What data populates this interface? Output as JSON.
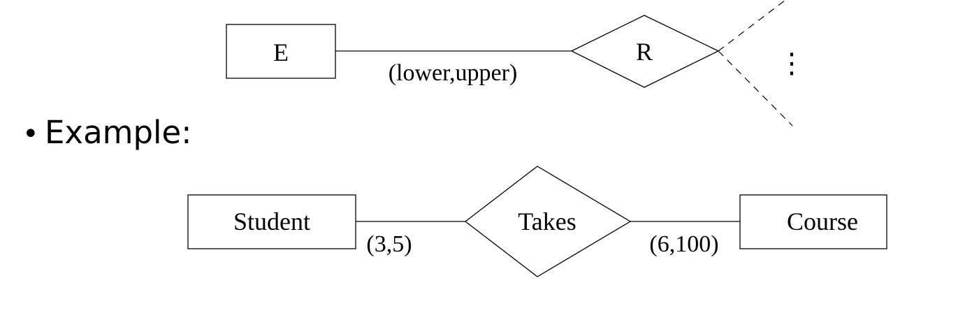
{
  "top_diagram": {
    "entity_label": "E",
    "relationship_label": "R",
    "cardinality_label": "(lower,upper)",
    "ellipsis_label": "⋮"
  },
  "bullet": {
    "marker": "•",
    "text": "Example:"
  },
  "example_diagram": {
    "left_entity_label": "Student",
    "relationship_label": "Takes",
    "right_entity_label": "Course",
    "left_cardinality_label": "(3,5)",
    "right_cardinality_label": "(6,100)"
  }
}
